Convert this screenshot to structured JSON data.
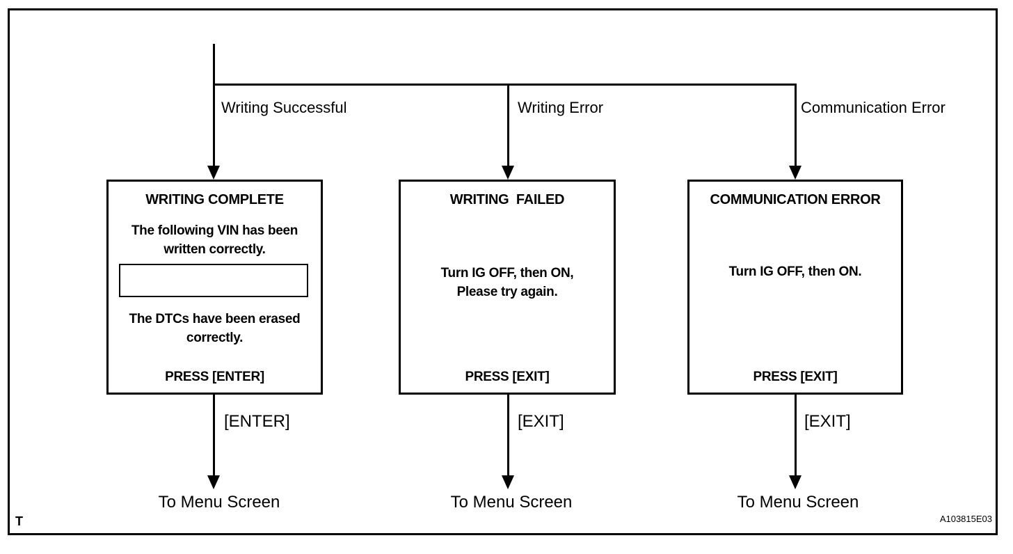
{
  "diagram": {
    "corner_label": "T",
    "figure_id": "A103815E03",
    "colors": {
      "line": "#000000",
      "background": "#ffffff"
    },
    "branches": [
      {
        "label": "Writing Successful",
        "box": {
          "title": "WRITING COMPLETE",
          "line1": "The following VIN has been\nwritten correctly.",
          "vin_field_value": "",
          "line2": "The DTCs have been erased\ncorrectly.",
          "press": "PRESS [ENTER]"
        },
        "key_label": "[ENTER]",
        "destination": "To Menu Screen"
      },
      {
        "label": "Writing Error",
        "box": {
          "title": "WRITING  FAILED",
          "line1": "Turn IG OFF, then ON,\nPlease try again.",
          "press": "PRESS [EXIT]"
        },
        "key_label": "[EXIT]",
        "destination": "To Menu Screen"
      },
      {
        "label": "Communication Error",
        "box": {
          "title": "COMMUNICATION ERROR",
          "line1": "Turn IG OFF, then ON.",
          "press": "PRESS [EXIT]"
        },
        "key_label": "[EXIT]",
        "destination": "To Menu Screen"
      }
    ]
  }
}
